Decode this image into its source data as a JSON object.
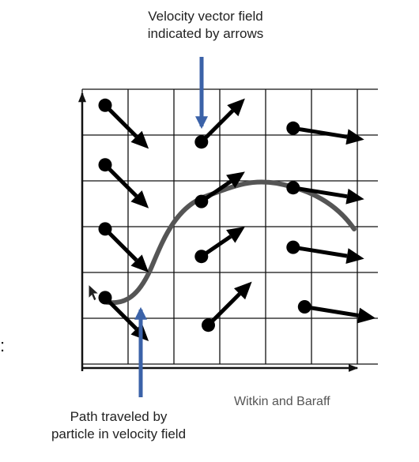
{
  "labels": {
    "top_line1": "Velocity vector field",
    "top_line2": "indicated by arrows",
    "bottom_line1": "Path traveled by",
    "bottom_line2": "particle in velocity field",
    "credit": "Witkin and Baraff",
    "colon": ":"
  },
  "colors": {
    "grid": "#111111",
    "vectors": "#000000",
    "path": "#555555",
    "callout": "#3b62a8"
  },
  "grid": {
    "columns": 6,
    "rows": 6
  },
  "vectors": [
    {
      "col": 0.5,
      "row": 0.35,
      "dx": 0.95,
      "dy": 0.95
    },
    {
      "col": 0.5,
      "row": 1.65,
      "dx": 0.95,
      "dy": 0.95
    },
    {
      "col": 0.5,
      "row": 3.05,
      "dx": 0.95,
      "dy": 0.95
    },
    {
      "col": 0.5,
      "row": 4.55,
      "dx": 0.95,
      "dy": 0.95
    },
    {
      "col": 2.6,
      "row": 1.15,
      "dx": 0.95,
      "dy": -0.95
    },
    {
      "col": 2.6,
      "row": 2.45,
      "dx": 0.95,
      "dy": -0.65
    },
    {
      "col": 2.6,
      "row": 3.65,
      "dx": 0.95,
      "dy": -0.65
    },
    {
      "col": 2.75,
      "row": 5.15,
      "dx": 0.95,
      "dy": -0.95
    },
    {
      "col": 4.6,
      "row": 0.85,
      "dx": 1.55,
      "dy": 0.25
    },
    {
      "col": 4.6,
      "row": 2.15,
      "dx": 1.55,
      "dy": 0.25
    },
    {
      "col": 4.6,
      "row": 3.45,
      "dx": 1.55,
      "dy": 0.25
    },
    {
      "col": 4.85,
      "row": 4.75,
      "dx": 1.55,
      "dy": 0.25
    }
  ]
}
